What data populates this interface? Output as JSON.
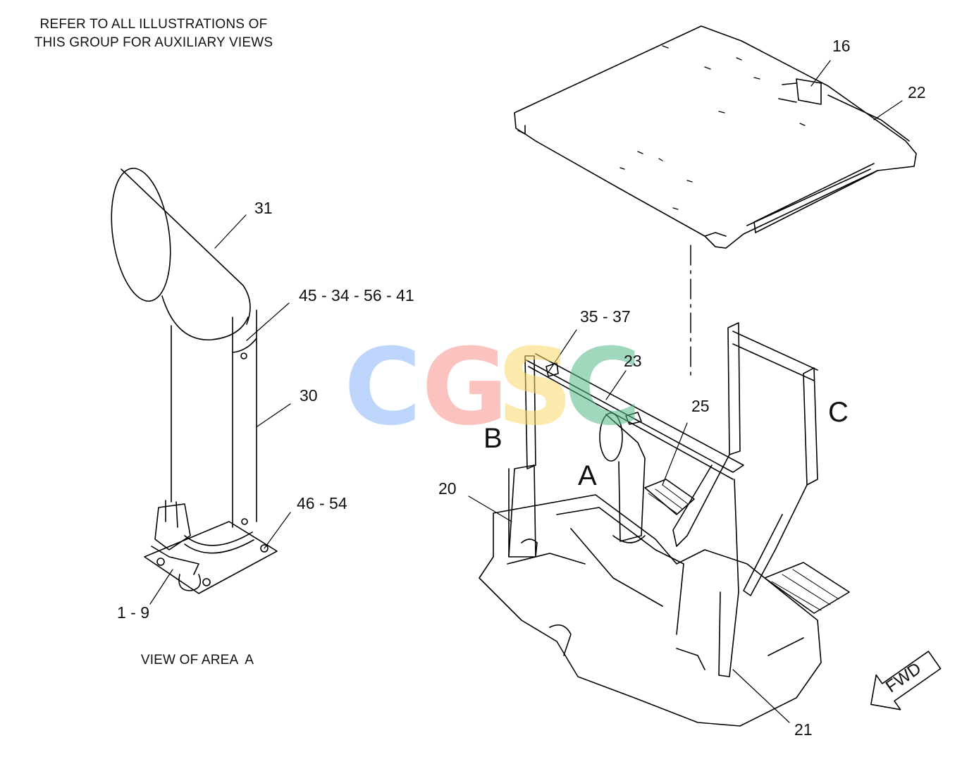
{
  "header_note": {
    "line1": "REFER TO ALL ILLUSTRATIONS OF",
    "line2": "THIS GROUP FOR AUXILIARY VIEWS"
  },
  "view_caption": "VIEW OF AREA  A",
  "callouts": {
    "c16": "16",
    "c22": "22",
    "c31": "31",
    "c45": "45 - 34 - 56 - 41",
    "c30": "30",
    "c46": "46 - 54",
    "c1": "1 - 9",
    "c35": "35 - 37",
    "c23": "23",
    "c25": "25",
    "c20": "20",
    "c21": "21"
  },
  "view_letters": {
    "a": "A",
    "b": "B",
    "c": "C"
  },
  "direction_arrow": {
    "label": "FWD"
  },
  "watermark": {
    "letters": [
      "C",
      "G",
      "S",
      "C"
    ],
    "colors": [
      "#4f8ef7",
      "#f0746a",
      "#f7cf3e",
      "#2ea86b"
    ]
  }
}
